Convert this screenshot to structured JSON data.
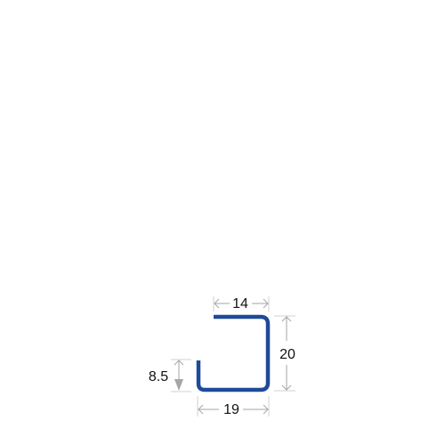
{
  "profile": {
    "stroke_color": "#1e4a9a",
    "dimension_color": "#a6a6a6"
  },
  "dimensions": {
    "top_flange_width": "14",
    "web_height": "20",
    "bottom_width": "19",
    "lip_height": "8.5"
  }
}
